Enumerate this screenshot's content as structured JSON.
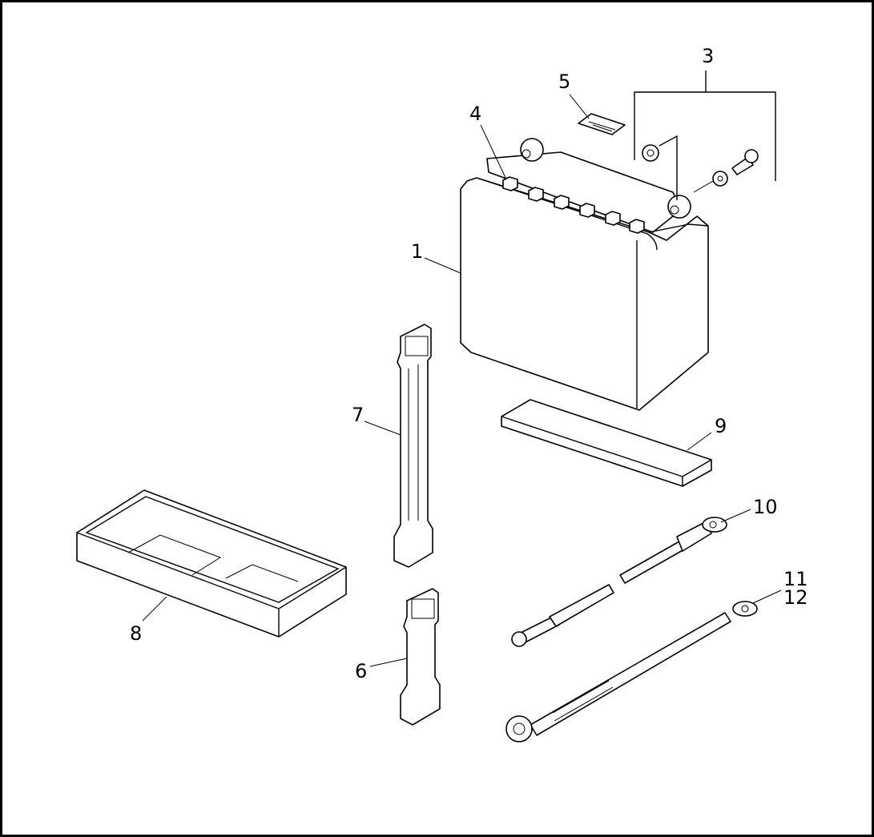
{
  "diagram": {
    "callouts": {
      "battery": "1",
      "hardware_kit": "3",
      "terminal_screw": "4",
      "label": "5",
      "strap_short": "6",
      "strap_long": "7",
      "tray": "8",
      "pad": "9",
      "cable_positive": "10",
      "cable_ground_a": "11",
      "cable_ground_b": "12"
    }
  }
}
